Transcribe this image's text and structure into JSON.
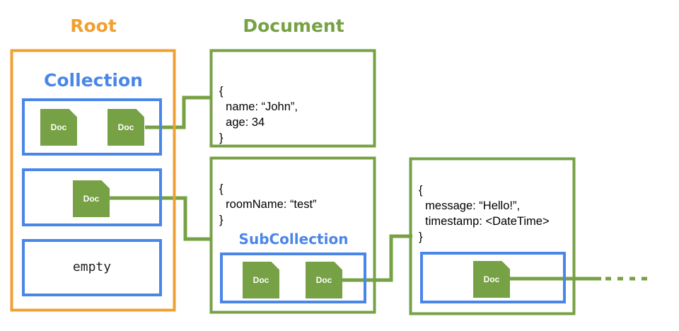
{
  "headers": {
    "root": "Root",
    "document": "Document"
  },
  "colors": {
    "root": "#f0a033",
    "document": "#77a145",
    "collection": "#4a86e8"
  },
  "collection": {
    "title": "Collection",
    "empty_label": "empty"
  },
  "subcollection": {
    "title": "SubCollection"
  },
  "doc_label": "Doc",
  "documents": [
    {
      "lines": [
        "{",
        "  name: “John”,",
        "  age: 34",
        "}"
      ]
    },
    {
      "lines": [
        "{",
        "  roomName: “test”",
        "}"
      ]
    },
    {
      "lines": [
        "{",
        "  message: “Hello!”,",
        "  timestamp: <DateTime>",
        "}"
      ]
    }
  ]
}
